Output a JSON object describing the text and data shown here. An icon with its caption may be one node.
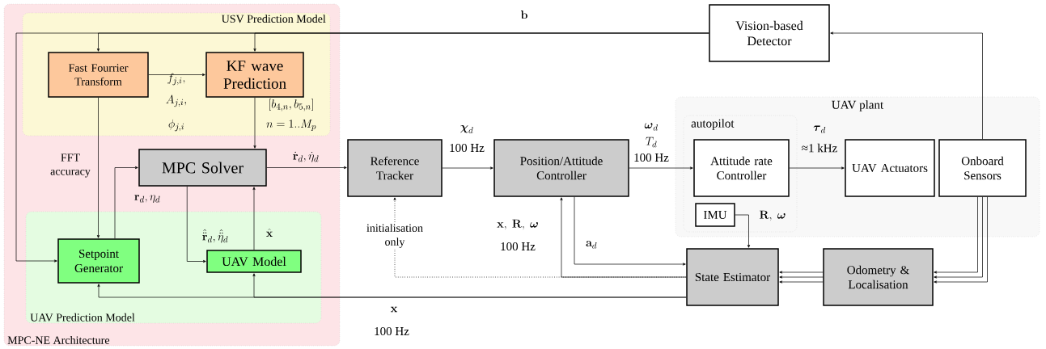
{
  "diagram": {
    "nodes": [
      {
        "text": [
          "MPC-NE Architecture"
        ]
      },
      {
        "text": [
          "USV Prediction Model"
        ],
        "in": 0
      },
      {
        "text": [
          "Fast Fourrier Transform"
        ],
        "in": 1
      },
      {
        "text": [
          "KF wave Prediction"
        ],
        "in": 1
      },
      {
        "text": [
          "MPC Solver"
        ],
        "in": 0
      },
      {
        "text": [
          "UAV Prediction Model"
        ],
        "in": 0
      },
      {
        "text": [
          "Setpoint Generator"
        ],
        "in": 5
      },
      {
        "text": [
          "UAV Model"
        ],
        "in": 5
      },
      {
        "text": [
          "Vision-based Detector"
        ]
      },
      {
        "text": [
          "Reference Tracker"
        ]
      },
      {
        "text": [
          "Position/Attitude Controller"
        ]
      },
      {
        "text": [
          "UAV plant"
        ]
      },
      {
        "text": [
          "autopilot"
        ],
        "in": 11
      },
      {
        "text": [
          "Attitude rate Controller"
        ],
        "in": 12
      },
      {
        "text": [
          "IMU"
        ],
        "in": 12
      },
      {
        "text": [
          "UAV Actuators"
        ],
        "in": 11
      },
      {
        "text": [
          "Onboard Sensors"
        ],
        "in": 11
      },
      {
        "text": [
          "State Estimator"
        ]
      },
      {
        "text": [
          "Odometry & Localisation"
        ]
      }
    ],
    "edges": [
      {
        "from": 8,
        "to": 2,
        "arrow": "to",
        "label": "\\mathbf{b}"
      },
      {
        "from": 8,
        "to": 3,
        "arrow": "to"
      },
      {
        "from": 8,
        "to": 6,
        "arrow": "to"
      },
      {
        "from": 2,
        "to": 3,
        "arrow": "to",
        "label": "f_{j,i},"
      },
      {
        "from": 3,
        "to": 4,
        "arrow": "to",
        "label": "[b_{4,n}, b_{5,n}]"
      },
      {
        "from": 2,
        "to": 6,
        "arrow": "to",
        "label": "FFT accuracy"
      },
      {
        "from": 6,
        "to": 4,
        "arrow": "to",
        "label": "\\mathbf{r}_d, \\eta_d"
      },
      {
        "from": 4,
        "to": 7,
        "arrow": "to",
        "label": "\\hat{\\ddot{\\mathbf{r}}}_d, \\hat{\\ddot{\\eta}}_d"
      },
      {
        "from": 7,
        "to": 4,
        "arrow": "to",
        "label": "\\hat{\\mathbf{x}}"
      },
      {
        "from": 4,
        "to": 9,
        "arrow": "to",
        "label": "\\dot{\\mathbf{r}}_d, \\dot{\\eta}_d"
      },
      {
        "from": 9,
        "to": 10,
        "arrow": "to",
        "label": "\\boldsymbol{\\chi}_d"
      },
      {
        "from": 10,
        "to": 13,
        "arrow": "to",
        "label": "\\boldsymbol{\\omega}_d"
      },
      {
        "from": 13,
        "to": 15,
        "arrow": "to",
        "label": "\\boldsymbol{\\tau}_d"
      },
      {
        "from": 16,
        "to": 8,
        "arrow": "to"
      },
      {
        "from": 14,
        "to": 17,
        "arrow": "to",
        "label": "\\mathbf{R},\\ \\boldsymbol{\\omega}"
      },
      {
        "from": 10,
        "to": 17,
        "arrow": "to",
        "label": "\\mathbf{a}_d"
      },
      {
        "from": 17,
        "to": 10,
        "arrow": "to",
        "label": "\\mathbf{x},\\ \\mathbf{R},\\ \\boldsymbol{\\omega}"
      },
      {
        "from": 17,
        "to": 9,
        "arrow": "to",
        "label": "initialisation only",
        "style": "dashed"
      },
      {
        "from": 17,
        "to": 6,
        "arrow": "to",
        "label": "\\mathbf{x}"
      },
      {
        "from": 17,
        "to": 7,
        "arrow": "to"
      },
      {
        "from": 16,
        "to": 18,
        "arrow": "to"
      },
      {
        "from": 16,
        "to": 18,
        "arrow": "to"
      },
      {
        "from": 16,
        "to": 18,
        "arrow": "to"
      },
      {
        "from": 18,
        "to": 17,
        "arrow": "to"
      },
      {
        "from": 18,
        "to": 17,
        "arrow": "to"
      },
      {
        "from": 18,
        "to": 17,
        "arrow": "to"
      }
    ],
    "labels": [
      "A_{j,i},",
      "\\phi_{j,i}",
      "n = 1..M_p",
      "T_d",
      "100 Hz",
      "100 Hz",
      "≈1 kHz",
      "100 Hz",
      "100 Hz"
    ]
  }
}
